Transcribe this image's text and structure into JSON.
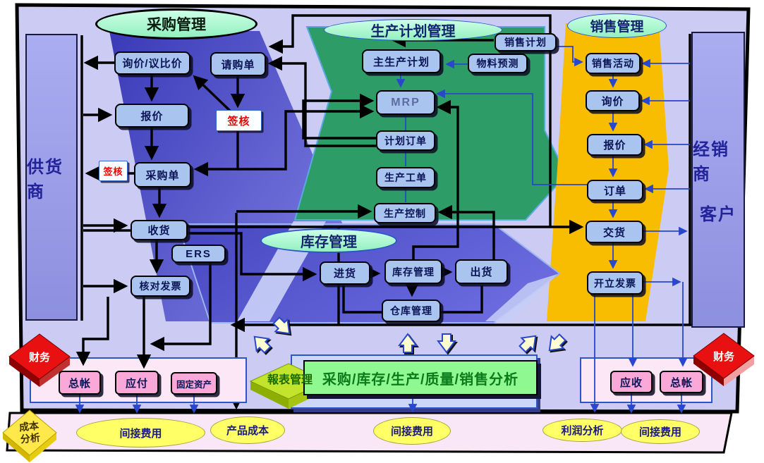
{
  "titles": {
    "procurement": "采购管理",
    "production_planning": "生产计划管理",
    "sales": "销售管理",
    "inventory": "库存管理"
  },
  "partners": {
    "supplier": "供货商",
    "distributor": "经销商",
    "customer": "客户"
  },
  "procurement": {
    "inquiry_compare": "询价/议比价",
    "requisition": "请购单",
    "quotation": "报价",
    "sign_requisition": "签核",
    "sign_po": "签核",
    "purchase_order": "采购单",
    "goods_receipt": "收货",
    "ers": "ERS",
    "invoice_check": "核对发票"
  },
  "production": {
    "sales_plan": "销售计划",
    "material_forecast": "物料预测",
    "mps": "主生产计划",
    "mrp": "MRP",
    "planned_order": "计划订单",
    "work_order": "生产工单",
    "production_control": "生产控制"
  },
  "inventory": {
    "goods_in": "进货",
    "inventory_mgmt": "库存管理",
    "goods_out": "出货",
    "warehouse_mgmt": "仓库管理"
  },
  "sales": {
    "activity": "销售活动",
    "inquiry": "询价",
    "quotation": "报价",
    "order": "订单",
    "delivery": "交货",
    "invoicing": "开立发票"
  },
  "finance": {
    "diamond_left": "财务",
    "diamond_right": "财务",
    "general_ledger_left": "总帐",
    "accounts_payable": "应付",
    "fixed_assets": "固定资产",
    "accounts_receivable": "应收",
    "general_ledger_right": "总帐"
  },
  "reporting": {
    "diamond": "報表管理",
    "analysis_box": "采购/库存/生产/质量/销售分析"
  },
  "cost_analysis": {
    "diamond_line1": "成本",
    "diamond_line2": "分析",
    "overhead_left": "间接费用",
    "product_cost": "产品成本",
    "overhead_center": "间接费用",
    "profit_analysis": "利润分析",
    "overhead_right": "间接费用"
  },
  "colors": {
    "background": "#CBCBF3",
    "process_box": "#A9C4EF",
    "procurement_band": "#4A4AC8",
    "production_band": "#2E9C66",
    "sales_band": "#F8BC00",
    "inventory_band": "#5353CE",
    "partner_bar": "#9B9DE8",
    "header_ellipse": "#A8F5C8",
    "finance_box": "#F9A8D8",
    "finance_panel": "#FBE7F6",
    "report_box": "#90F890",
    "report_diamond": "#C2E42C",
    "finance_diamond": "#E60000",
    "cost_diamond": "#FFE94A",
    "bottom_ellipse": "#FFFF66",
    "sign_text": "#EE0000",
    "arrow_black": "#000000",
    "arrow_blue": "#2847CC"
  }
}
